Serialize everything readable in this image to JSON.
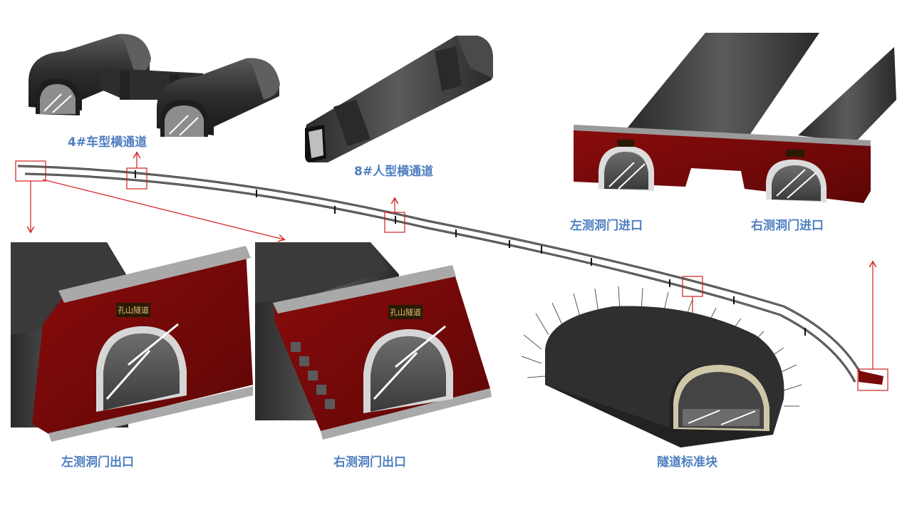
{
  "labels": {
    "cross_vehicle": "4#车型横通道",
    "cross_pedestrian": "8#人型横通道",
    "left_portal_entry": "左测洞门进口",
    "right_portal_entry": "右测洞门进口",
    "left_portal_exit": "左测洞门出口",
    "right_portal_exit": "右测洞门出口",
    "standard_block": "隧道标准块"
  },
  "portal_plaque": "孔山隧道",
  "colors": {
    "portal_red": "#7a0a0a",
    "tube_dark": "#3b3b3b",
    "highlight_red": "#d21f1f",
    "label_blue": "#4f7fc0"
  }
}
